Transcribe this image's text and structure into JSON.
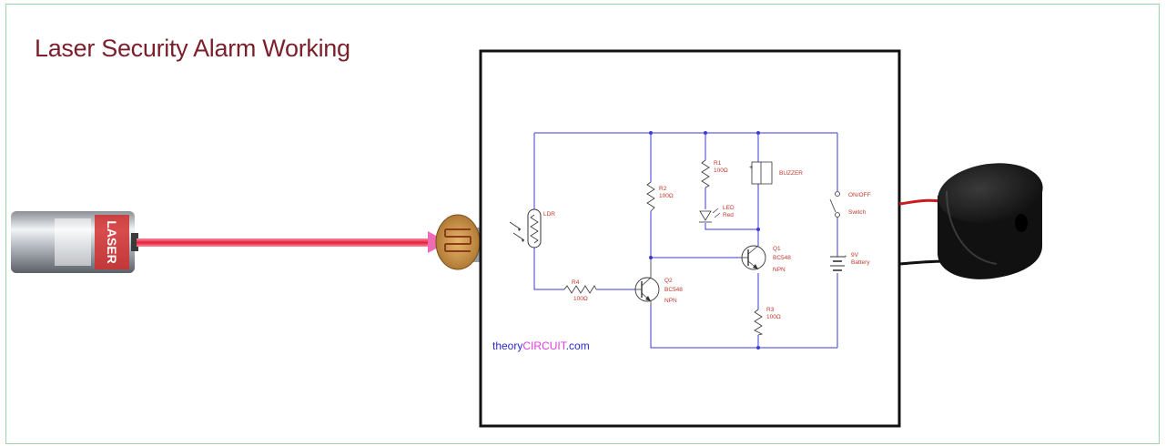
{
  "title": "Laser Security Alarm Working",
  "brand": {
    "prefix": "theory",
    "highlight": "CIRCUIT",
    "suffix": ".com"
  },
  "laser_pointer": {
    "label": "LASER"
  },
  "components": {
    "ldr": "LDR",
    "r4": {
      "name": "R4",
      "value": "100Ω"
    },
    "r2": {
      "name": "R2",
      "value": "100Ω"
    },
    "r1": {
      "name": "R1",
      "value": "100Ω"
    },
    "led": {
      "name": "LED",
      "value": "Red"
    },
    "buzzer": "BUZZER",
    "switch": {
      "name": "ON/OFF",
      "value": "Switch"
    },
    "battery": {
      "name": "9V",
      "value": "Battery"
    },
    "q1": {
      "name": "Q1",
      "model": "BC548",
      "type": "NPN"
    },
    "q2": {
      "name": "Q2",
      "model": "BC548",
      "type": "NPN"
    },
    "r3": {
      "name": "R3",
      "value": "100Ω"
    }
  },
  "colors": {
    "title": "#7a1f2b",
    "wire": "#3b3bd6",
    "label": "#c0392b",
    "laser": "#e0203a",
    "brand_blue": "#2a2ad0",
    "brand_pink": "#e23be0"
  }
}
